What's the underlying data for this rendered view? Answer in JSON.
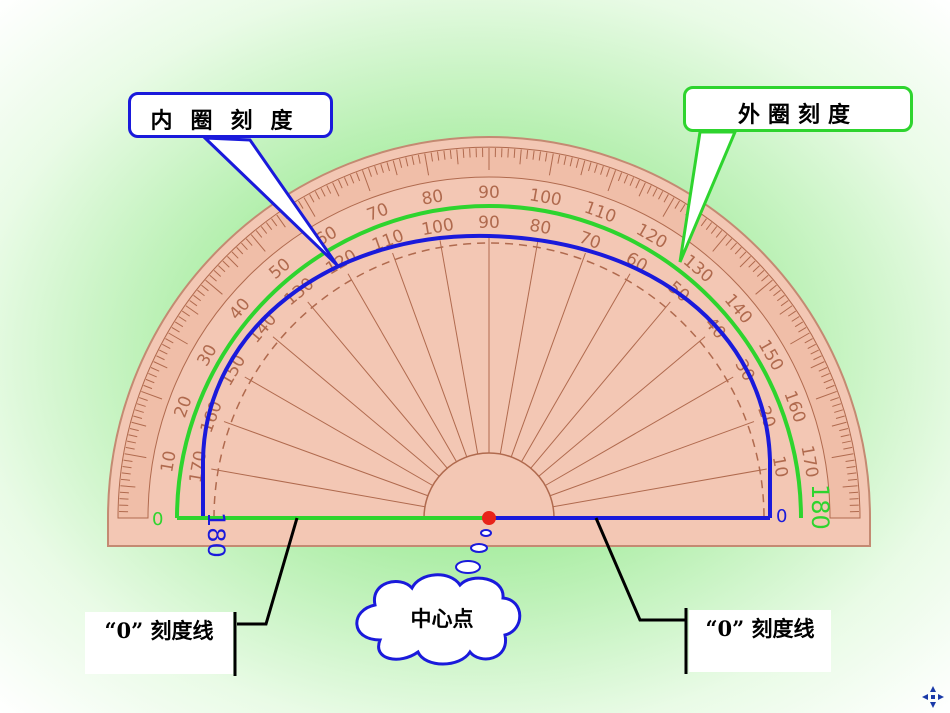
{
  "callouts": {
    "inner_scale": "内圈刻度",
    "outer_scale": "外圈刻度",
    "center_point": "中心点",
    "zero_line_left": "“0” 刻度线",
    "zero_line_right": "“0” 刻度线"
  },
  "protractor": {
    "outer_labels": [
      "0",
      "10",
      "20",
      "30",
      "40",
      "50",
      "60",
      "70",
      "80",
      "90",
      "100",
      "110",
      "120",
      "130",
      "140",
      "150",
      "160",
      "170",
      "180"
    ],
    "inner_labels": [
      "180",
      "170",
      "160",
      "150",
      "140",
      "130",
      "120",
      "110",
      "100",
      "90",
      "80",
      "70",
      "60",
      "50",
      "40",
      "30",
      "20",
      "10",
      "0"
    ],
    "baseline_labels": {
      "left_outer": "0",
      "left_inner": "180",
      "right_inner": "0",
      "right_outer": "180"
    }
  },
  "colors": {
    "inner_arc": "#1a1adb",
    "outer_arc": "#2ed42e",
    "protractor_fill": "#f3c7b4",
    "protractor_ink": "#b06a4e",
    "center_dot": "#e8231a"
  },
  "icons": [
    "cloud-icon",
    "nav-cross-icon"
  ]
}
